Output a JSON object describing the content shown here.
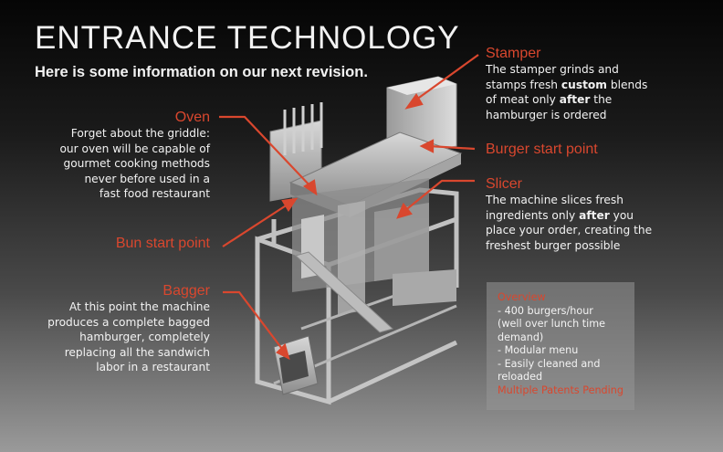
{
  "header": {
    "title": "ENTRANCE TECHNOLOGY",
    "subtitle": "Here is some information on our next revision."
  },
  "colors": {
    "accent": "#d9472e",
    "text": "#f2f2f2"
  },
  "callouts": {
    "stamper": {
      "label": "Stamper",
      "desc_1": "The stamper grinds and",
      "desc_2a": "stamps fresh ",
      "desc_2b": "custom",
      "desc_2c": " blends",
      "desc_3a": "of meat only ",
      "desc_3b": "after",
      "desc_3c": " the",
      "desc_4": "hamburger is ordered"
    },
    "oven": {
      "label": "Oven",
      "lines": [
        "Forget about the griddle:",
        "our oven will be capable of",
        "gourmet cooking methods",
        "never before used in a",
        "fast food restaurant"
      ]
    },
    "burger_start": {
      "label": "Burger start point"
    },
    "slicer": {
      "label": "Slicer",
      "desc_1": "The machine slices fresh",
      "desc_2a": "ingredients only ",
      "desc_2b": "after",
      "desc_2c": " you",
      "desc_3": "place your order, creating the",
      "desc_4": "freshest burger possible"
    },
    "bun_start": {
      "label": "Bun start point"
    },
    "bagger": {
      "label": "Bagger",
      "lines": [
        "At this point the machine",
        "produces a complete bagged",
        "hamburger, completely",
        "replacing all the sandwich",
        "labor in a restaurant"
      ]
    }
  },
  "overview": {
    "heading": "Overview",
    "lines": [
      "- 400 burgers/hour",
      "(well over lunch time",
      "demand)",
      "- Modular menu",
      "- Easily cleaned and",
      "reloaded"
    ],
    "footer": "Multiple Patents Pending"
  }
}
